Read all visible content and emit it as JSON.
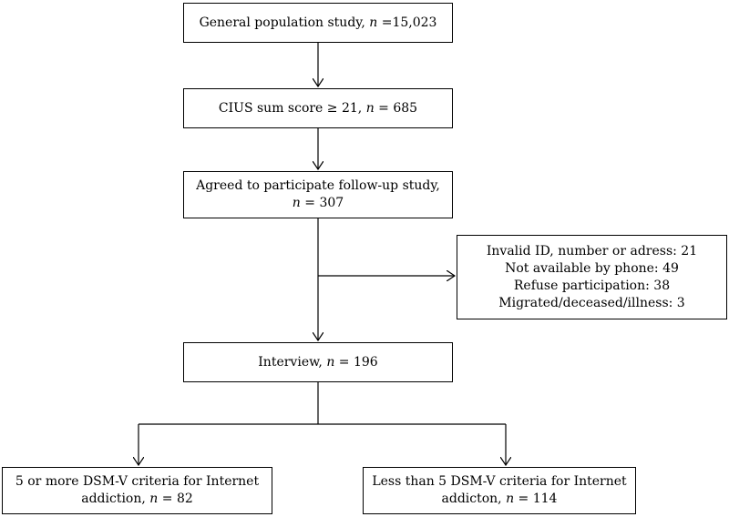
{
  "flowchart": {
    "general_population": {
      "text": "General population study, ",
      "n_label": "n",
      "n_value": " =15,023"
    },
    "cius_score": {
      "text": "CIUS sum score ≥ 21, ",
      "n_label": "n",
      "n_value": " = 685"
    },
    "agreed": {
      "line1": "Agreed to participate follow-up study,",
      "n_label": "n",
      "n_value": " = 307"
    },
    "excluded": {
      "lines": [
        "Invalid ID, number or adress: 21",
        "Not available by phone: 49",
        "Refuse participation: 38",
        "Migrated/deceased/illness: 3"
      ]
    },
    "interview": {
      "text": "Interview, ",
      "n_label": "n",
      "n_value": " = 196"
    },
    "five_or_more": {
      "line1": "5 or more DSM-V criteria for Internet",
      "line2_text": "addiction, ",
      "n_label": "n",
      "n_value": " = 82"
    },
    "less_than_five": {
      "line1": "Less than 5 DSM-V criteria for Internet",
      "line2_text": "addicton, ",
      "n_label": "n",
      "n_value": " = 114"
    }
  }
}
